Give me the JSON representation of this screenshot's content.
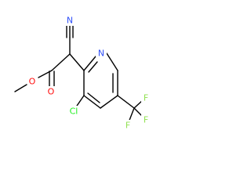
{
  "molecule": {
    "colors": {
      "bond": "#000000",
      "carbon": "#000000",
      "nitrogen": "#3050F8",
      "oxygen": "#FF0D0D",
      "chlorine": "#1FF01F",
      "fluorine": "#90E050"
    },
    "labels": {
      "oxygen_ether": "O",
      "oxygen_carbonyl": "O",
      "nitrogen_nitrile": "N",
      "nitrogen_ring": "N",
      "chlorine": "Cl",
      "fluorine_1": "F",
      "fluorine_2": "F",
      "fluorine_3": "F"
    }
  }
}
